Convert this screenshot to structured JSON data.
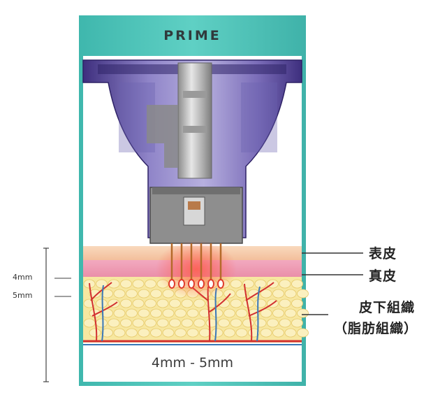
{
  "header": {
    "brand": "PRIME"
  },
  "footer": {
    "depth_range": "4mm - 5mm"
  },
  "scale": {
    "mark_upper": "4mm",
    "mark_lower": "5mm"
  },
  "layers": {
    "epidermis": "表皮",
    "dermis": "真皮",
    "subcutaneous_line1": "皮下組織",
    "subcutaneous_line2": "（脂肪組織）"
  },
  "colors": {
    "frame_teal": "#4fc4b8",
    "cartridge_purple": "#5a4a9a",
    "epidermis": "#f6c9a6",
    "dermis": "#ef9bb4",
    "fat": "#f7e7a0",
    "vessel_red": "#d23030",
    "vessel_blue": "#3a78b8"
  }
}
